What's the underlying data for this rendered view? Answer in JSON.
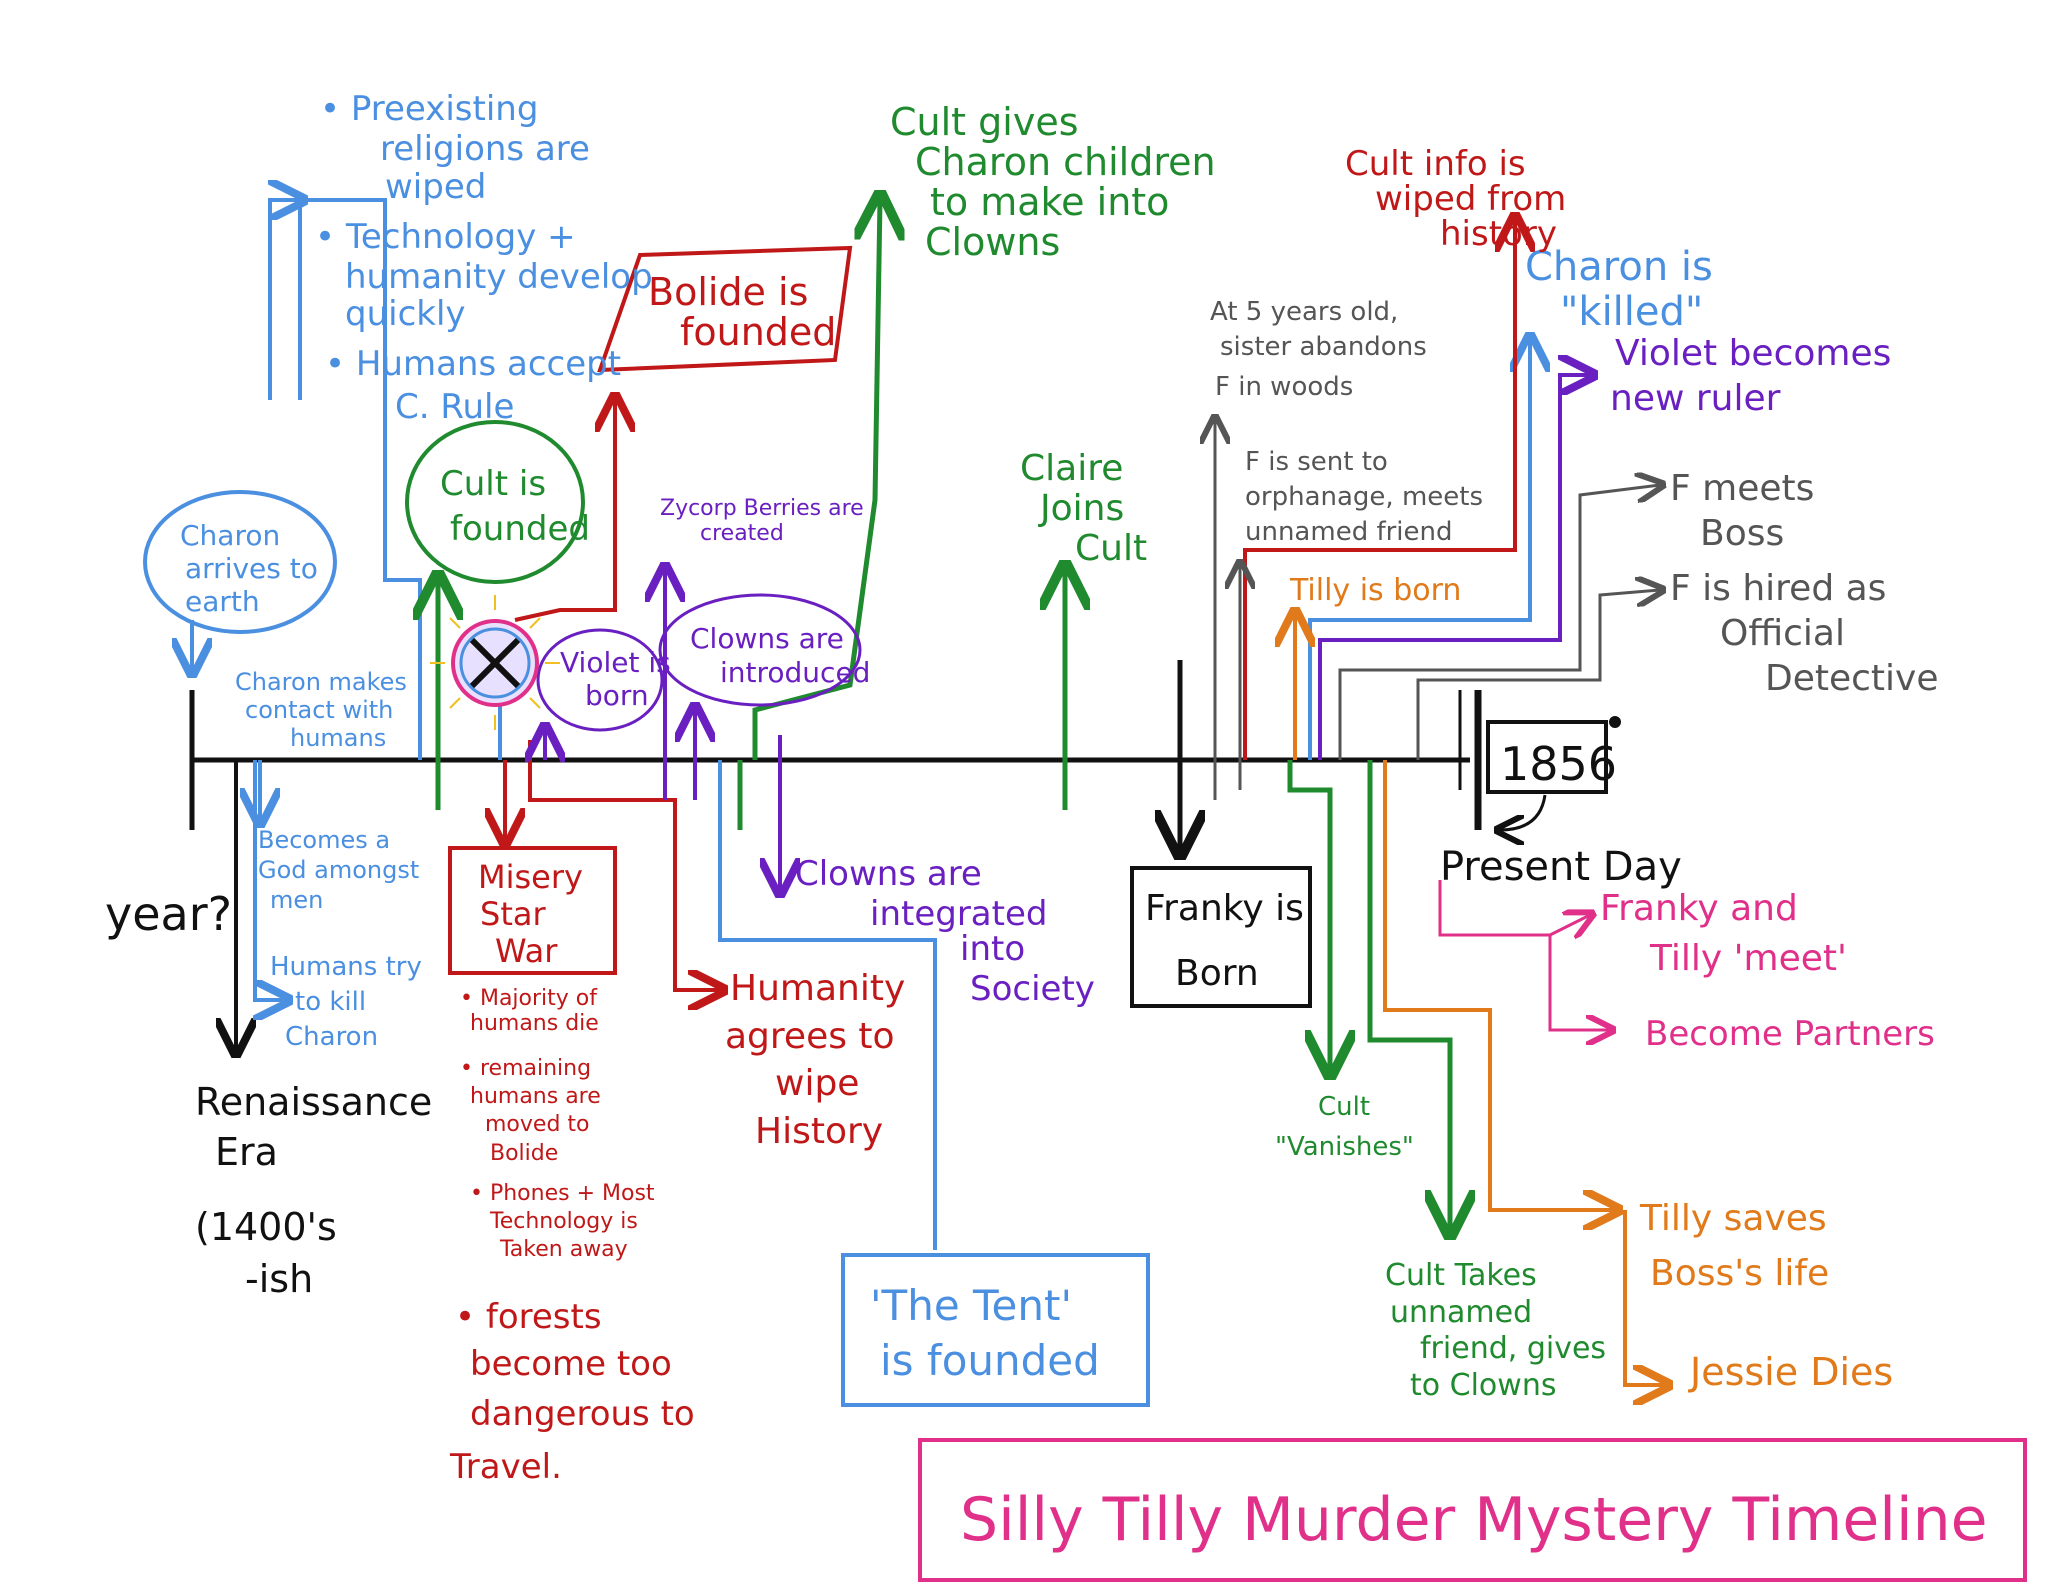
{
  "title": "Silly Tilly Murder Mystery Timeline",
  "colors": {
    "black": "#111111",
    "blue": "#4a8fe0",
    "red": "#c01818",
    "green": "#1f8a2e",
    "purple": "#6a1fc0",
    "gray": "#555555",
    "orange": "#e07a1a",
    "pink": "#e0308a"
  },
  "start": {
    "year": "year?",
    "era_line1": "Renaissance",
    "era_line2": "Era",
    "era_line3": "(1400's",
    "era_line4": "-ish"
  },
  "end": {
    "year": "1856",
    "label": "Present Day"
  },
  "blue": {
    "charon_arrives": [
      "Charon",
      "arrives to",
      "earth"
    ],
    "charon_contact": [
      "Charon makes",
      "contact with",
      "humans"
    ],
    "becomes_god": [
      "Becomes a",
      "God amongst",
      "men"
    ],
    "humans_try": [
      "Humans try",
      "to kill",
      "Charon"
    ],
    "rule_notes": [
      "• Preexisting",
      "religions are",
      "wiped",
      "• Technology +",
      "humanity develop",
      "quickly",
      "• Humans accept",
      "C. Rule"
    ],
    "tent": [
      "'The Tent'",
      "is founded"
    ],
    "charon_killed": [
      "Charon is",
      "\"killed\""
    ]
  },
  "red": {
    "bolide": [
      "Bolide is",
      "founded"
    ],
    "misery": [
      "Misery",
      "Star",
      "War"
    ],
    "war_notes": [
      "• Majority of",
      "humans die",
      "• remaining",
      "humans are",
      "moved to",
      "Bolide",
      "• Phones + Most",
      "Technology is",
      "Taken away"
    ],
    "forests": [
      "• forests",
      "become too",
      "dangerous to",
      "Travel."
    ],
    "humanity_agrees": [
      "Humanity",
      "agrees to",
      "wipe",
      "History"
    ],
    "cult_wiped": [
      "Cult info is",
      "wiped from",
      "history"
    ]
  },
  "green": {
    "cult_founded": [
      "Cult is",
      "founded"
    ],
    "cult_gives": [
      "Cult gives",
      "Charon children",
      "to make into",
      "Clowns"
    ],
    "claire": [
      "Claire",
      "Joins",
      "Cult"
    ],
    "cult_vanishes": [
      "Cult",
      "\"Vanishes\""
    ],
    "cult_takes": [
      "Cult Takes",
      "unnamed",
      "friend, gives",
      "to Clowns"
    ]
  },
  "purple": {
    "zycorp": [
      "Zycorp Berries are",
      "created"
    ],
    "violet_born": [
      "Violet is",
      "born"
    ],
    "clowns_introduced": [
      "Clowns are",
      "introduced"
    ],
    "clowns_integrated": [
      "Clowns are",
      "integrated",
      "into",
      "Society"
    ],
    "violet_ruler": [
      "Violet becomes",
      "new ruler"
    ]
  },
  "gray": {
    "at5": [
      "At 5 years old,",
      "sister abandons",
      "F in woods"
    ],
    "orphanage": [
      "F is sent to",
      "orphanage, meets",
      "unnamed friend"
    ],
    "meets_boss": [
      "F meets",
      "Boss"
    ],
    "hired": [
      "F is hired as",
      "Official",
      "Detective"
    ]
  },
  "black": {
    "franky_born": [
      "Franky is",
      "Born"
    ]
  },
  "orange": {
    "tilly_born": "Tilly is born",
    "saves": [
      "Tilly saves",
      "Boss's life"
    ],
    "jessie": "Jessie Dies"
  },
  "pink": {
    "meet": [
      "Franky and",
      "Tilly 'meet'"
    ],
    "partners": "Become Partners"
  }
}
